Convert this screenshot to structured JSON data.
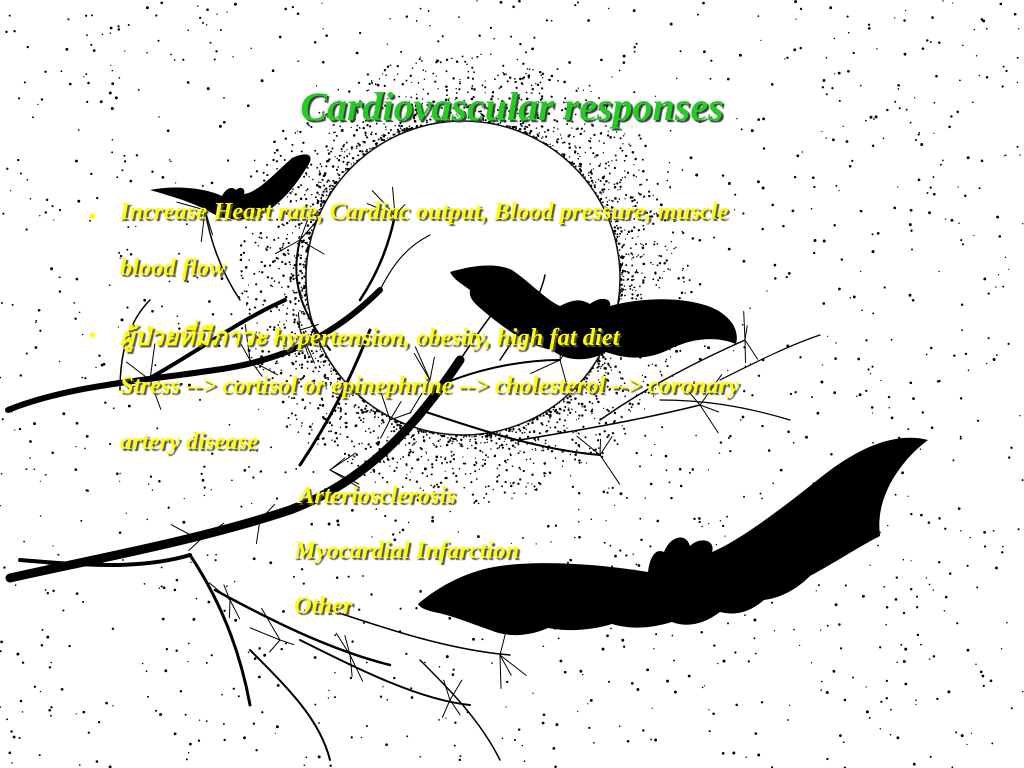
{
  "slide": {
    "title": "Cardiovascular responses",
    "bullets": [
      {
        "lines": [
          "Increase Heart rate, Cardiac output, Blood pressure, muscle",
          "blood flow"
        ]
      },
      {
        "lines": [
          "ผู้ป่วยที่มีภาวะ hypertension, obesity, high fat diet",
          "Stress --> cortisol or epinephrine --> cholesterol --> coronary",
          "artery disease"
        ]
      }
    ],
    "sub_items": [
      "Arteriosclerosis",
      "Myocardial Infarction",
      "Other"
    ],
    "bullet_glyph": "•"
  },
  "colors": {
    "title": "#22cc22",
    "body_text": "#ffff00",
    "bullet": "#ffff00",
    "ink": "#000000",
    "background": "#ffffff"
  },
  "illustration": {
    "elements": [
      "full-moon",
      "bare-tree-branches",
      "bat",
      "bat",
      "bat",
      "speckled-sky"
    ]
  }
}
